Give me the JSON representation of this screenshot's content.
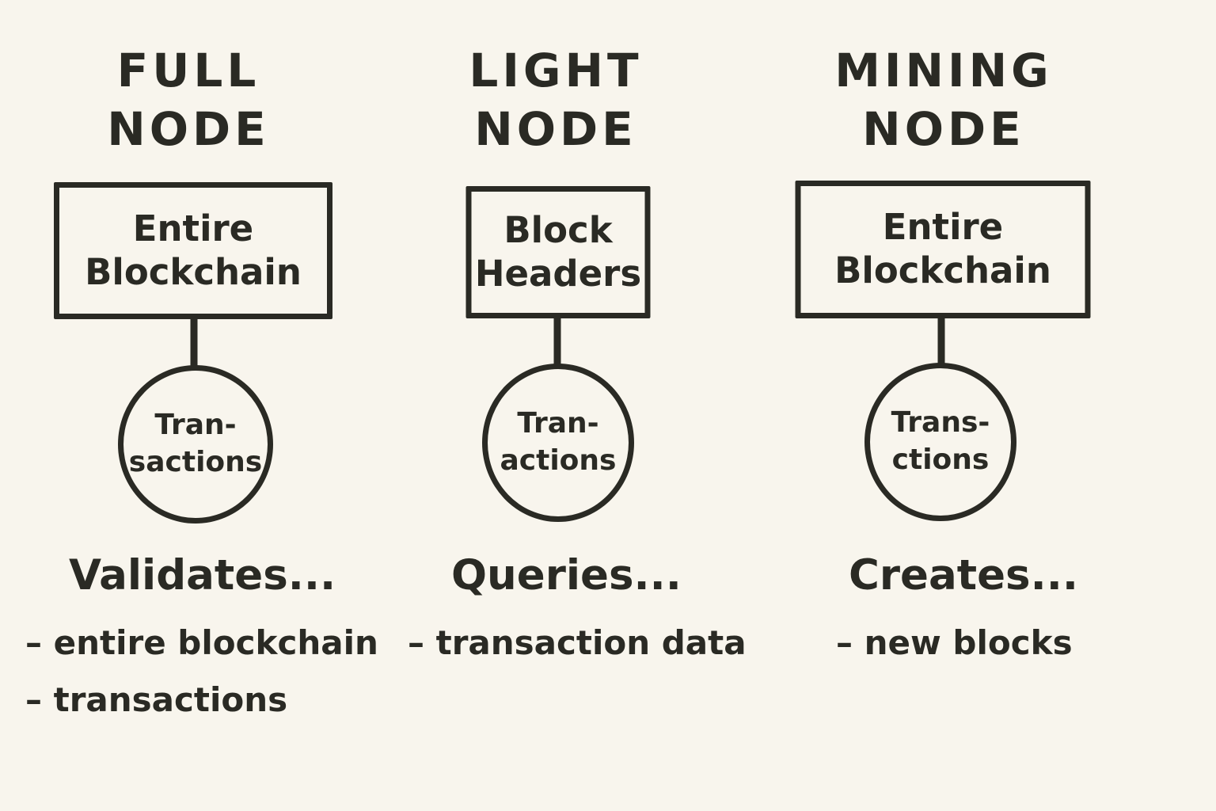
{
  "page": {
    "background": "#f8f5ed",
    "ink": "#2a2a24"
  },
  "columns": [
    {
      "title": [
        "FULL",
        "NODE"
      ],
      "box": [
        "Entire",
        "Blockchain"
      ],
      "circle": [
        "Tran-",
        "sactions"
      ],
      "action": "Validates...",
      "bullets": [
        "– entire blockchain",
        "– transactions"
      ]
    },
    {
      "title": [
        "LIGHT",
        "NODE"
      ],
      "box": [
        "Block",
        "Headers"
      ],
      "circle": [
        "Tran-",
        "actions"
      ],
      "action": "Queries...",
      "bullets": [
        "– transaction data"
      ]
    },
    {
      "title": [
        "MINING",
        "NODE"
      ],
      "box": [
        "Entire",
        "Blockchain"
      ],
      "circle": [
        "Trans-",
        "ctions"
      ],
      "action": "Creates...",
      "bullets": [
        "– new blocks"
      ]
    }
  ]
}
